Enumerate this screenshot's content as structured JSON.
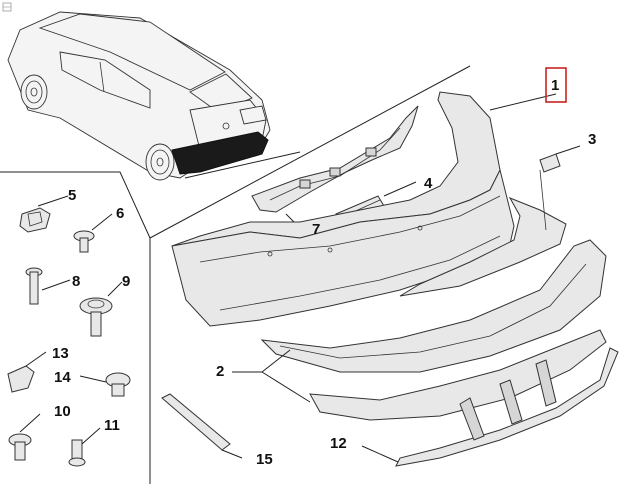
{
  "callouts": {
    "c1": "1",
    "c2": "2",
    "c3": "3",
    "c4": "4",
    "c5": "5",
    "c6": "6",
    "c7": "7",
    "c8": "8",
    "c9": "9",
    "c10": "10",
    "c11": "11",
    "c12": "12",
    "c13": "13",
    "c14": "14",
    "c15": "15"
  },
  "highlight_color": "#cc2222",
  "highlighted_callout": "1"
}
